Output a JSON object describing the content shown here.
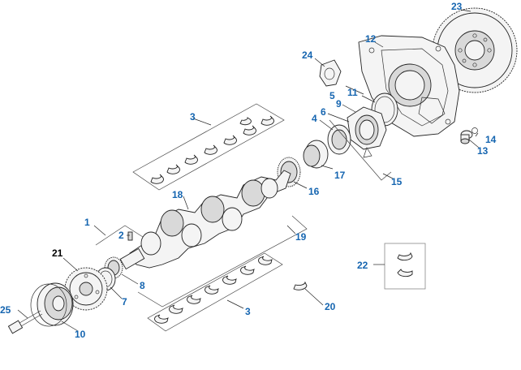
{
  "callouts": {
    "c1": "1",
    "c2": "2",
    "c3a": "3",
    "c3b": "3",
    "c4": "4",
    "c5": "5",
    "c6": "6",
    "c7": "7",
    "c8": "8",
    "c9": "9",
    "c10": "10",
    "c11": "11",
    "c12": "12",
    "c13": "13",
    "c14": "14",
    "c15": "15",
    "c16": "16",
    "c17": "17",
    "c18": "18",
    "c19": "19",
    "c20": "20",
    "c21": "21",
    "c22": "22",
    "c23": "23",
    "c24": "24",
    "c25": "25"
  },
  "colors": {
    "callout": "#1565b0",
    "callout_highlight": "#000000",
    "line": "#222222",
    "background": "#ffffff"
  }
}
